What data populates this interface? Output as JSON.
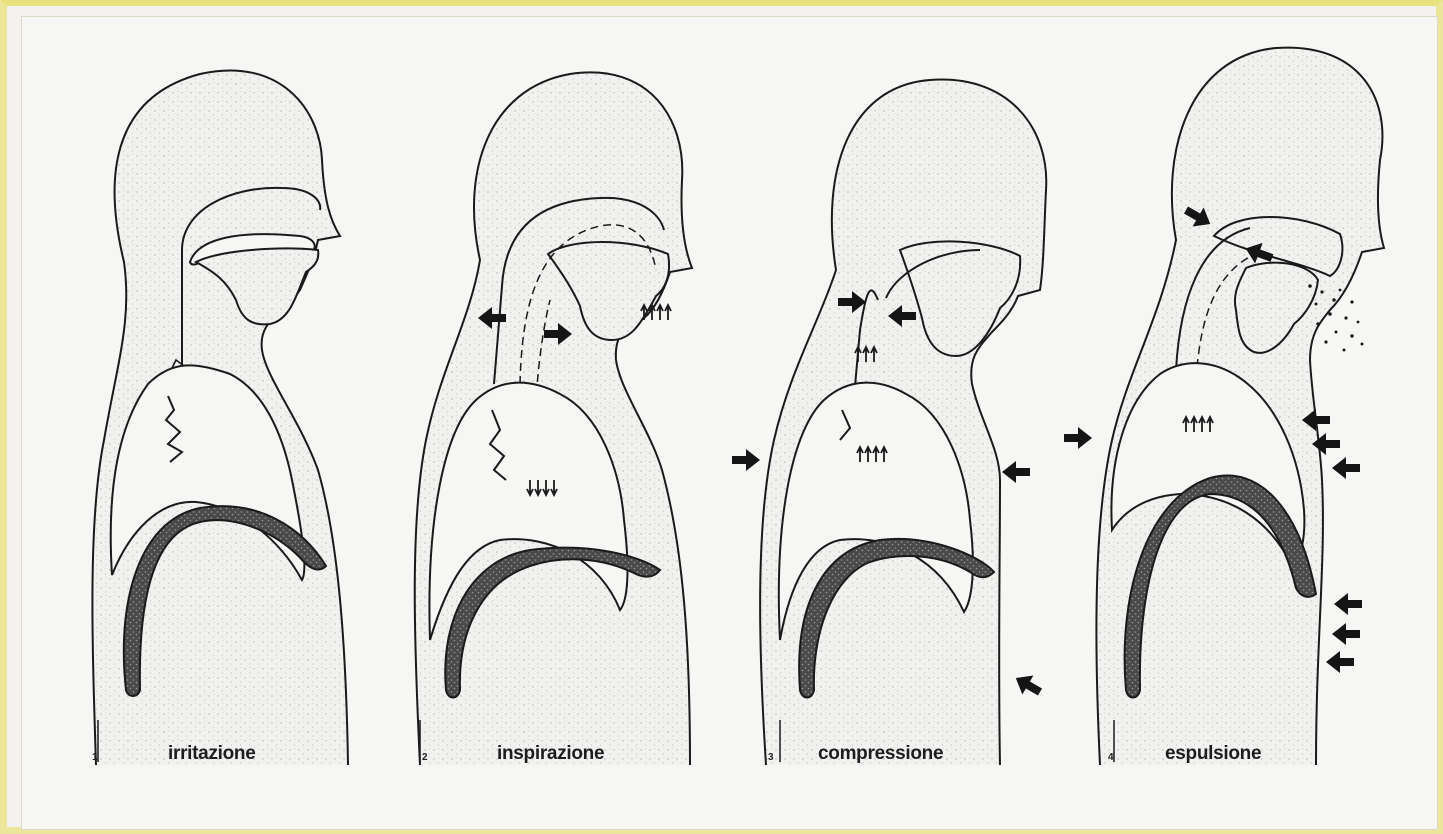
{
  "stages": [
    {
      "number": "1",
      "label": "irritazione"
    },
    {
      "number": "2",
      "label": "inspirazione"
    },
    {
      "number": "3",
      "label": "compressione"
    },
    {
      "number": "4",
      "label": "espulsione"
    }
  ],
  "colors": {
    "border": "#ece69a",
    "background": "#f6f6f4",
    "ink": "#1a1a1a",
    "stipple": "#b9b9b9",
    "diaphragm": "#3a3a3a"
  }
}
